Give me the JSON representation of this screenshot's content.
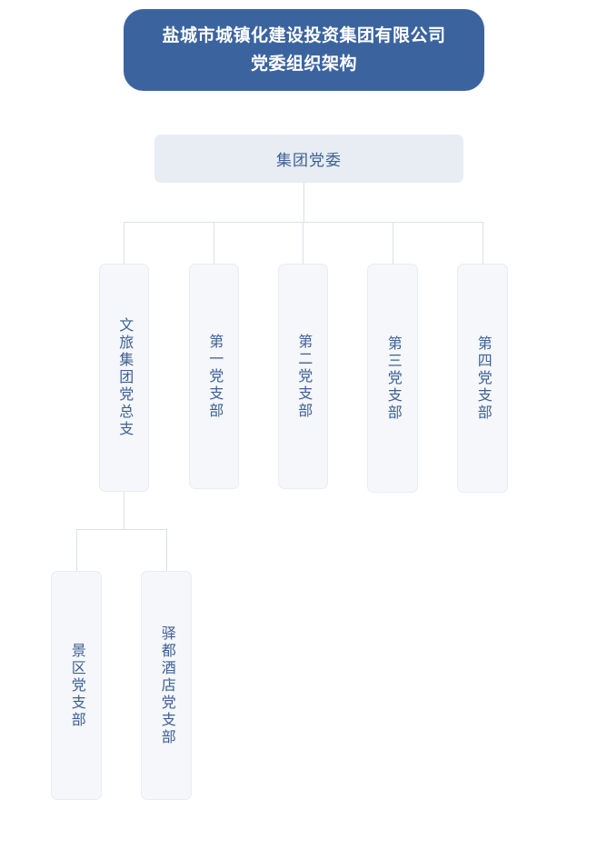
{
  "banner": {
    "title": "盐城市城镇化建设投资集团有限公司\n党委组织架构",
    "background_color": "#3b649f",
    "text_color": "#ffffff"
  },
  "theme": {
    "node_fill": "#f5f7fa",
    "root_fill": "#e7edf3",
    "node_text_color": "#3f6095",
    "connector_color": "#dce1e7"
  },
  "org_chart": {
    "root": {
      "label": "集团党委"
    },
    "level2": [
      {
        "label": "文旅集团党总支"
      },
      {
        "label": "第一党支部"
      },
      {
        "label": "第二党支部"
      },
      {
        "label": "第三党支部"
      },
      {
        "label": "第四党支部"
      }
    ],
    "level3": [
      {
        "label": "景区党支部"
      },
      {
        "label": "驿都酒店党支部"
      }
    ]
  }
}
